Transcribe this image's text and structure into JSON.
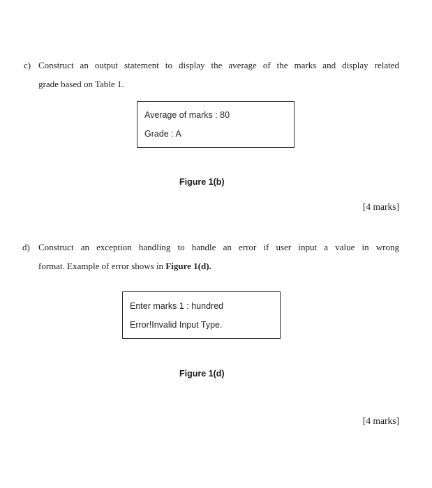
{
  "question_c": {
    "label": "c)",
    "line1": "Construct an output statement to display the average of the marks and display related",
    "line2": "grade based on Table 1.",
    "marks": "[4 marks]"
  },
  "figure_b": {
    "output_line1": "Average of marks : 80",
    "output_line2": "Grade : A",
    "caption": "Figure 1(b)"
  },
  "question_d": {
    "label": "d)",
    "line1": "Construct an exception handling to handle an error if user input a value in wrong",
    "line2_prefix": "format. Example of error shows in ",
    "line2_bold": "Figure 1(d).",
    "marks": "[4 marks]"
  },
  "figure_d": {
    "output_line1": "Enter marks 1 : hundred",
    "output_line2": "Error!Invalid Input Type.",
    "caption": "Figure 1(d)"
  },
  "colors": {
    "text": "#1e1e1e",
    "box_border": "#2c2c2c",
    "background": "#ffffff"
  }
}
